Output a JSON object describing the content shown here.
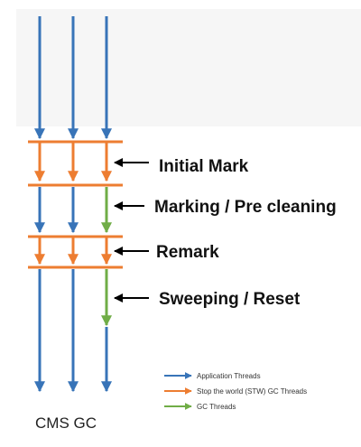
{
  "colors": {
    "application": "#3874B8",
    "stw": "#ED7D31",
    "gc": "#70AD47",
    "pointer": "#000000",
    "text": "#111111"
  },
  "phases": [
    {
      "label": "Initial Mark"
    },
    {
      "label": "Marking / Pre cleaning"
    },
    {
      "label": "Remark"
    },
    {
      "label": "Sweeping / Reset"
    }
  ],
  "legend": [
    {
      "label": "Application Threads",
      "color_key": "application"
    },
    {
      "label": "Stop the world (STW) GC Threads",
      "color_key": "stw"
    },
    {
      "label": "GC Threads",
      "color_key": "gc"
    }
  ],
  "caption": "CMS GC"
}
